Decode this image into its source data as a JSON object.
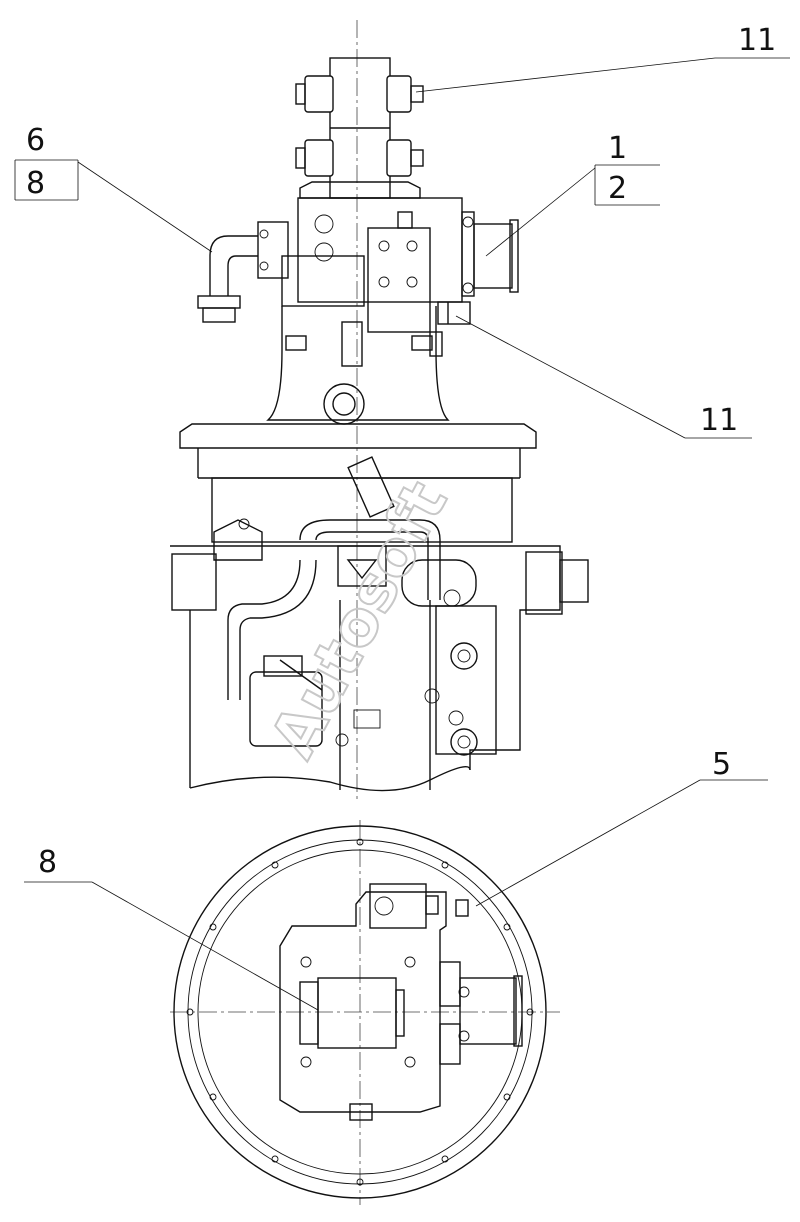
{
  "callouts": {
    "top_11": "11",
    "label_1": "1",
    "label_2": "2",
    "label_6": "6",
    "label_8_top": "8",
    "lower_11": "11",
    "label_5": "5",
    "label_8_bottom": "8"
  },
  "watermark": "Autosoft"
}
